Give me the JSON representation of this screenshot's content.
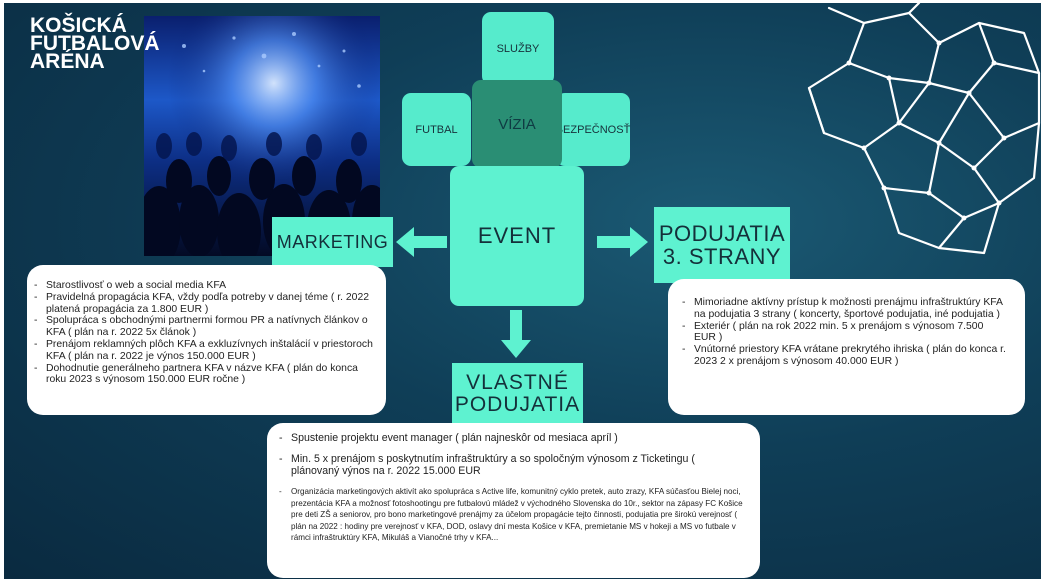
{
  "logo": {
    "line1": "KOŠICKÁ",
    "line2": "FUTBALOVÁ",
    "line3": "ARÉNA"
  },
  "tiles": {
    "sluzby": "SLUŽBY",
    "futbal": "FUTBAL",
    "vizia": "VÍZIA",
    "bezpecnost": "BEZPEČNOSŤ",
    "event": "EVENT"
  },
  "branches": {
    "marketing": "MARKETING",
    "podujatia_line1": "PODUJATIA",
    "podujatia_line2": "3. STRANY",
    "vlastne_line1": "VLASTNÉ",
    "vlastne_line2": "PODUJATIA"
  },
  "marketing_items": [
    "Starostlivosť o web a social media KFA",
    "Pravidelná propagácia KFA, vždy podľa potreby v danej téme ( r. 2022 platená propagácia za 1.800 EUR )",
    "Spolupráca s obchodnými partnermi formou PR a natívnych článkov o KFA ( plán na r. 2022 5x článok )",
    "Prenájom reklamných plôch KFA a exkluzívnych inštalácií v priestoroch KFA ( plán na r. 2022 je výnos 150.000 EUR )",
    "Dohodnutie generálneho partnera KFA v názve KFA ( plán do konca roku 2023 s výnosom 150.000 EUR ročne )"
  ],
  "podujatia_items": [
    "Mimoriadne aktívny prístup k možnosti prenájmu infraštruktúry KFA na podujatia 3 strany ( koncerty, športové podujatia, iné podujatia )",
    "Exteriér ( plán na rok 2022 min. 5 x prenájom s výnosom 7.500 EUR )",
    "Vnútorné priestory KFA vrátane prekrytého ihriska ( plán do konca r. 2023 2 x prenájom s výnosom 40.000 EUR )"
  ],
  "vlastne_items": [
    "Spustenie projektu event manager ( plán najneskôr od mesiaca apríl )",
    "Min. 5 x prenájom s poskytnutím infraštruktúry a so spoločným výnosom z Ticketingu ( plánovaný výnos na r. 2022 15.000 EUR",
    "Organizácia marketingových aktivít ako spolupráca s Active life, komunitný cyklo pretek, auto zrazy, KFA súčasťou Bielej noci, prezentácia KFA a možnosť fotoshootingu pre futbalovú mládež v východného Slovenska do 10r., sektor na zápasy FC Košice pre deti ZŠ a seniorov, pro bono marketingové prenájmy za účelom propagácie tejto činnosti, podujatia pre širokú verejnosť ( plán na 2022 : hodiny pre verejnosť v KFA, DOD, oslavy dní mesta Košice v KFA, premietanie MS v hokeji a MS vo futbale v rámci infraštruktúry KFA, Mikuláš a Vianočné trhy v KFA..."
  ],
  "colors": {
    "background": "#0f3e57",
    "tile": "#56ebcc",
    "vizia_tile": "#2a8e74",
    "card": "#ffffff"
  }
}
